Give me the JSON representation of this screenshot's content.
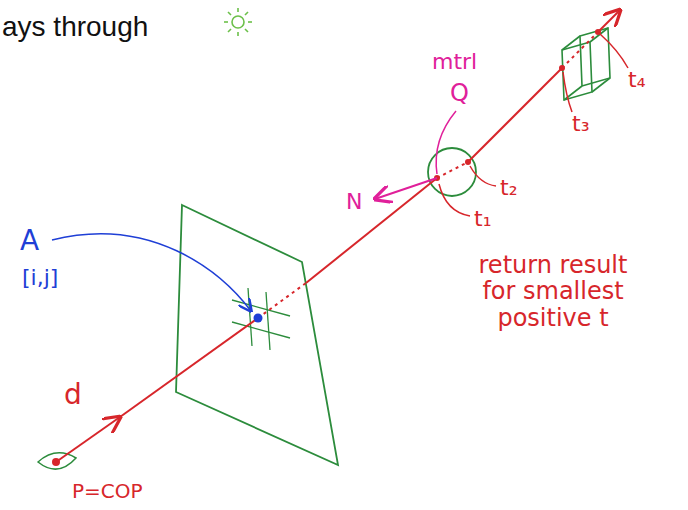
{
  "diagram": {
    "title": "ays through",
    "labels": [
      "mtrl",
      "Q",
      "N",
      "t₁",
      "t₂",
      "t₃",
      "t₄",
      "A",
      "[i,j]",
      "d",
      "P=COP",
      "return result for smallest positive t"
    ]
  }
}
